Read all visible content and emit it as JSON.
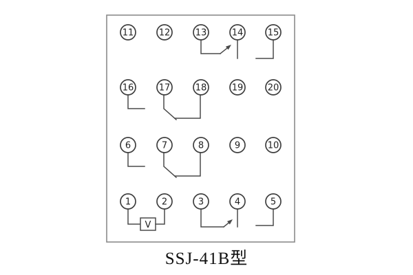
{
  "caption": "SSJ-41B型",
  "v_label": "V",
  "terminals": {
    "rows": [
      {
        "cells": [
          "11",
          "12",
          "13",
          "14",
          "15"
        ]
      },
      {
        "cells": [
          "16",
          "17",
          "18",
          "19",
          "20"
        ]
      },
      {
        "cells": [
          "6",
          "7",
          "8",
          "9",
          "10"
        ]
      },
      {
        "cells": [
          "1",
          "2",
          "3",
          "4",
          "5"
        ]
      }
    ]
  },
  "connections": [
    {
      "terminals": [
        "13",
        "14"
      ],
      "element": "open-contact"
    },
    {
      "terminals": [
        "15"
      ],
      "element": "wire-stub"
    },
    {
      "terminals": [
        "16"
      ],
      "element": "wire-stub"
    },
    {
      "terminals": [
        "17",
        "18"
      ],
      "element": "open-contact"
    },
    {
      "terminals": [
        "6"
      ],
      "element": "wire-stub"
    },
    {
      "terminals": [
        "7",
        "8"
      ],
      "element": "open-contact"
    },
    {
      "terminals": [
        "1",
        "2"
      ],
      "element": "V"
    },
    {
      "terminals": [
        "3",
        "4"
      ],
      "element": "open-contact"
    },
    {
      "terminals": [
        "5"
      ],
      "element": "wire-stub"
    }
  ]
}
